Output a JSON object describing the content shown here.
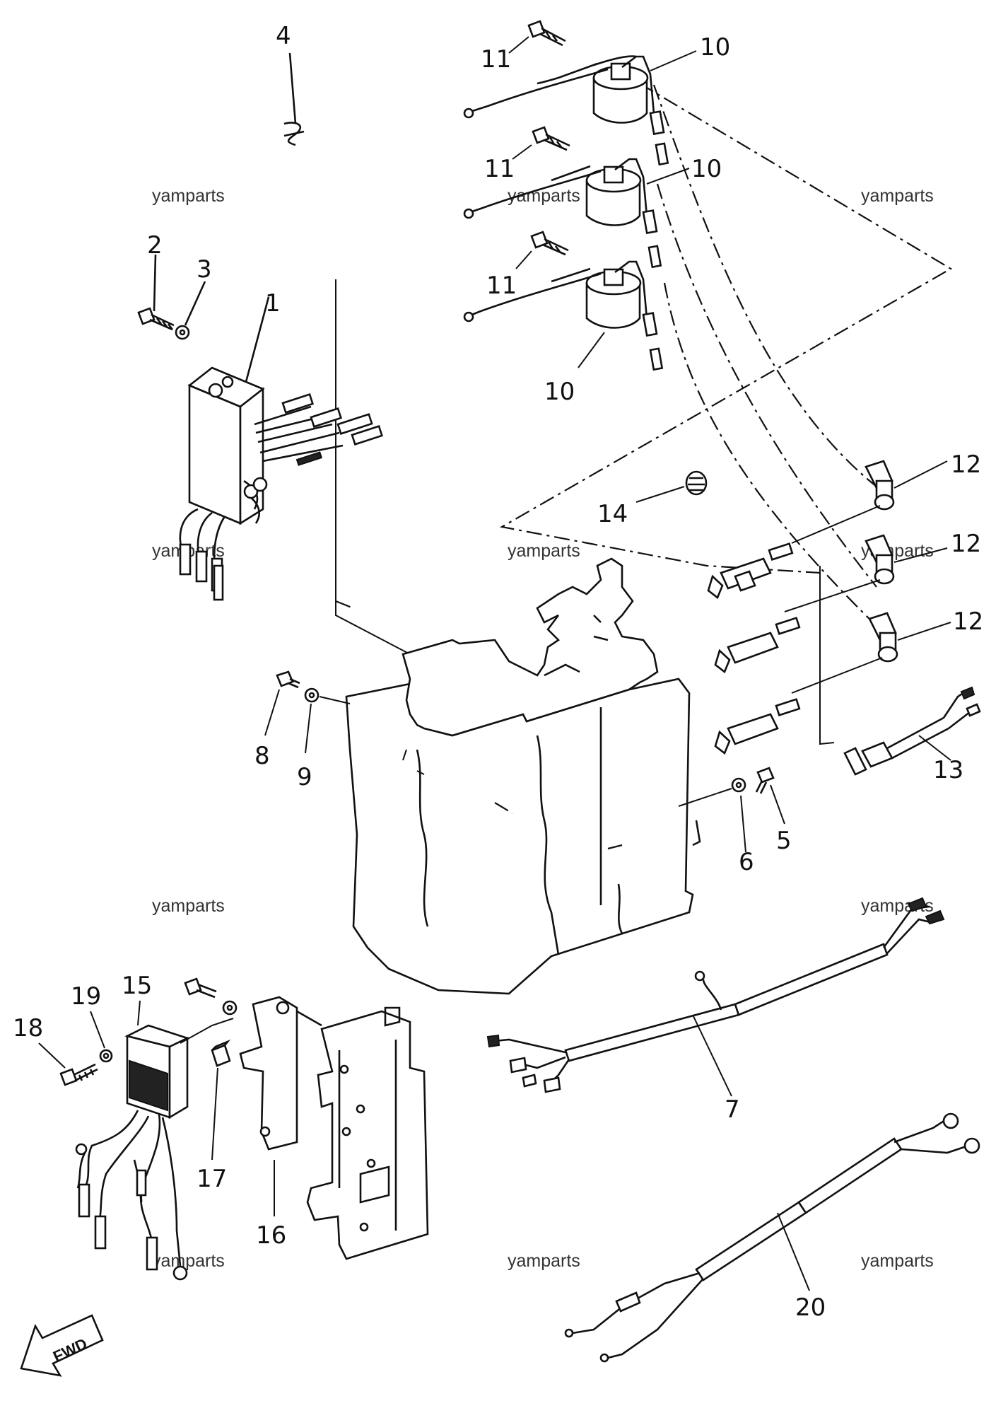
{
  "diagram": {
    "watermark": "yamparts",
    "forward_arrow_text": "FWD",
    "parts": [
      {
        "id": "part-1",
        "number": "1"
      },
      {
        "id": "part-2",
        "number": "2"
      },
      {
        "id": "part-3",
        "number": "3"
      },
      {
        "id": "part-4",
        "number": "4"
      },
      {
        "id": "part-5",
        "number": "5"
      },
      {
        "id": "part-6",
        "number": "6"
      },
      {
        "id": "part-7",
        "number": "7"
      },
      {
        "id": "part-8",
        "number": "8"
      },
      {
        "id": "part-9",
        "number": "9"
      },
      {
        "id": "part-10a",
        "number": "10"
      },
      {
        "id": "part-10b",
        "number": "10"
      },
      {
        "id": "part-10c",
        "number": "10"
      },
      {
        "id": "part-11a",
        "number": "11"
      },
      {
        "id": "part-11b",
        "number": "11"
      },
      {
        "id": "part-11c",
        "number": "11"
      },
      {
        "id": "part-12a",
        "number": "12"
      },
      {
        "id": "part-12b",
        "number": "12"
      },
      {
        "id": "part-12c",
        "number": "12"
      },
      {
        "id": "part-13",
        "number": "13"
      },
      {
        "id": "part-14",
        "number": "14"
      },
      {
        "id": "part-15",
        "number": "15"
      },
      {
        "id": "part-16",
        "number": "16"
      },
      {
        "id": "part-17",
        "number": "17"
      },
      {
        "id": "part-18",
        "number": "18"
      },
      {
        "id": "part-19",
        "number": "19"
      },
      {
        "id": "part-20",
        "number": "20"
      }
    ]
  }
}
